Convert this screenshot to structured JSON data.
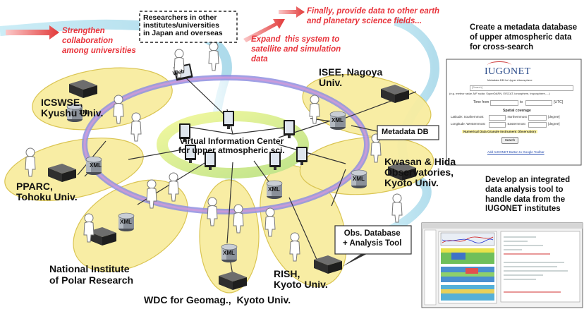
{
  "goals": {
    "strengthen": "Strengthen\ncollaboration\namong universities",
    "expand": "Expand  this system to\nsatellite and simulation\ndata",
    "finally": "Finally, provide data to other earth\nand planetary science fields..."
  },
  "researchers_box": "Researchers in other\ninstitutes/universities\nin Japan and overseas",
  "web_label": "Web",
  "center_label": "Virtual Information Center\nfor upper atmospheric sci.",
  "xml_label": "XML",
  "institutes": {
    "isee": "ISEE, Nagoya\nUniv.",
    "icswse": "ICSWSE,\nKyushu Univ.",
    "kwasan": "Kwasan & Hida\nObservatories,\nKyoto Univ.",
    "pparc": "PPARC,\nTohoku Univ.",
    "nipr": "National Institute\nof Polar Research",
    "wdc": "WDC for Geomag.,  Kyoto Univ.",
    "rish": "RISH,\nKyoto Univ."
  },
  "callouts": {
    "metadata_db": "Metadata DB",
    "obs_db": "Obs. Database\n+ Analysis Tool"
  },
  "right_text": {
    "metadata_goal": "Create a metadata database\nof upper atmospheric data\nfor cross-search",
    "tool_goal": "Develop an integrated\ndata analysis tool to\nhandle data from the\nIUGONET institutes"
  },
  "iugonet": {
    "logo": "IUGONET",
    "subtitle": "Metadata DB for Upper Atmosphere",
    "keyword_label": "[Search]",
    "example": "(e.g. meteor radar, MF radar, SuperDARN, EISCAT, ionosphere, troposphere,....)",
    "time_from": "Time from",
    "to": "to",
    "utc": "[UTC]",
    "spatial": "Spatial coverage",
    "lat_s": "Latitude: Southernmost",
    "lat_n": ", Northernmost",
    "lon_w": "Longitude: Westernmost",
    "lon_e": ", Easternmost",
    "deg": "[degree]",
    "numerical": "Numerical Data   Granule   Instrument   Observatory",
    "search_btn": "Search",
    "toolbar_link": "Add IUGONET Button to Google Toolbar"
  },
  "colors": {
    "petal_fill": "#f8eda0",
    "petal_stroke": "#d9c24a",
    "ring_outer": "#7f7fd6",
    "ring_inner": "#d77fd6",
    "river": "#b8e2ee",
    "goal_text": "#e8343c"
  }
}
